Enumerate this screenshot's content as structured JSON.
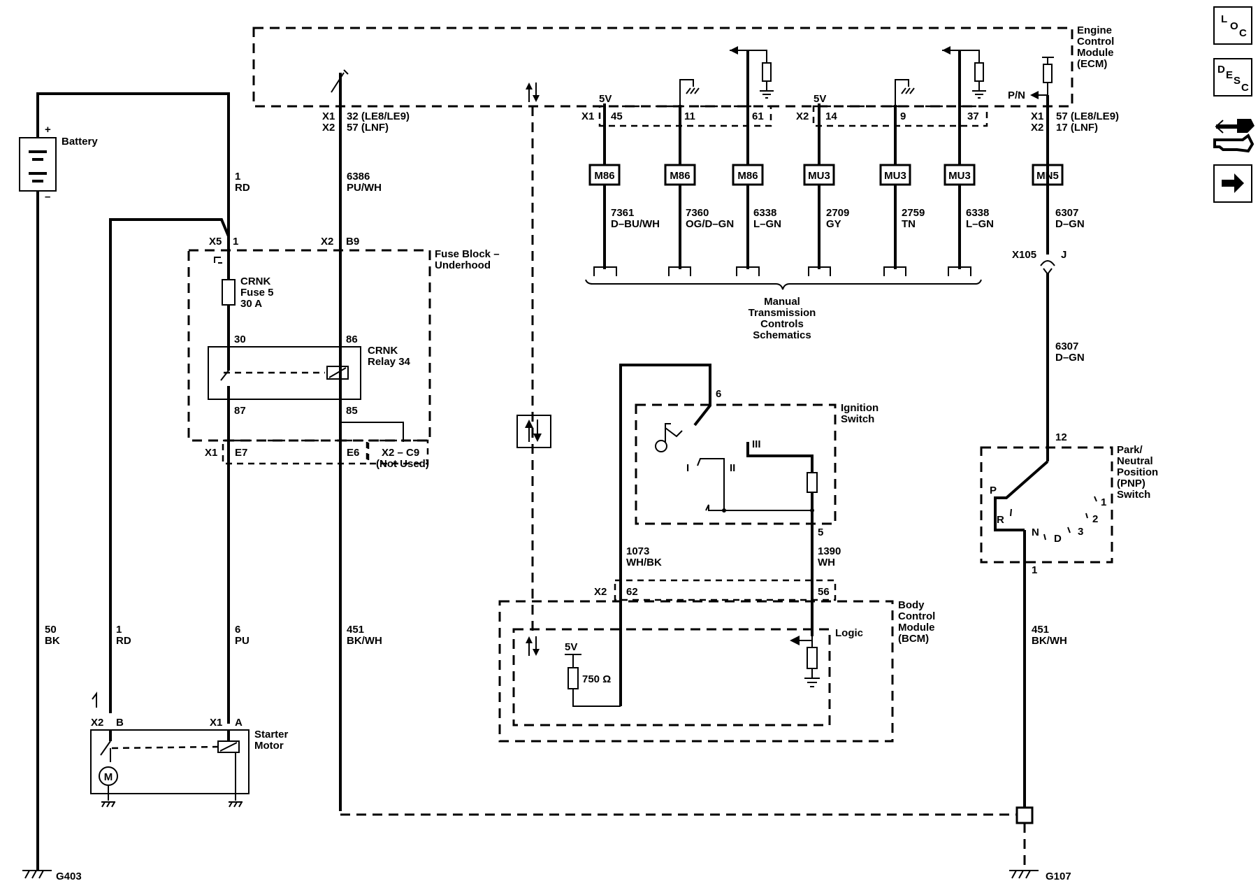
{
  "modules": {
    "ecm": [
      "Engine",
      "Control",
      "Module",
      "(ECM)"
    ],
    "fuse_block": [
      "Fuse Block –",
      "Underhood"
    ],
    "ignition_switch": [
      "Ignition",
      "Switch"
    ],
    "bcm": [
      "Body",
      "Control",
      "Module",
      "(BCM)"
    ],
    "bcm_logic": "Logic",
    "pnp_switch": [
      "Park/",
      "Neutral",
      "Position",
      "(PNP)",
      "Switch"
    ],
    "starter_motor": [
      "Starter",
      "Motor"
    ],
    "battery": "Battery",
    "manual_trans": [
      "Manual",
      "Transmission",
      "Controls",
      "Schematics"
    ]
  },
  "components": {
    "fuse": [
      "CRNK",
      "Fuse 5",
      "30 A"
    ],
    "relay": [
      "CRNK",
      "Relay 34"
    ],
    "resistor_750": "750 Ω",
    "motor_symbol": "M",
    "battery_plus": "+",
    "battery_minus": "–"
  },
  "ecm_pins": {
    "x1": "X1",
    "x2": "X2",
    "crank_pin_a": "32 (LE8/LE9)",
    "crank_pin_b": "57 (LNF)",
    "pnp_pin_a": "57 (LE8/LE9)",
    "pnp_pin_b": "17 (LNF)",
    "pn_label": "P/N",
    "five_v_a": "5V",
    "five_v_b": "5V",
    "p45": "45",
    "p11": "11",
    "p61": "61",
    "p14": "14",
    "p9": "9",
    "p37": "37"
  },
  "inline_connectors": [
    "M86",
    "M86",
    "M86",
    "MU3",
    "MU3",
    "MU3",
    "MN5"
  ],
  "wires": {
    "w7361": [
      "7361",
      "D–BU/WH"
    ],
    "w7360": [
      "7360",
      "OG/D–GN"
    ],
    "w6338a": [
      "6338",
      "L–GN"
    ],
    "w2709": [
      "2709",
      "GY"
    ],
    "w2759": [
      "2759",
      "TN"
    ],
    "w6338b": [
      "6338",
      "L–GN"
    ],
    "w6307a": [
      "6307",
      "D–GN"
    ],
    "w6307b": [
      "6307",
      "D–GN"
    ],
    "w6386": [
      "6386",
      "PU/WH"
    ],
    "w1rd_top": [
      "1",
      "RD"
    ],
    "w50bk": [
      "50",
      "BK"
    ],
    "w1rd_mid": [
      "1",
      "RD"
    ],
    "w6pu": [
      "6",
      "PU"
    ],
    "w451a": [
      "451",
      "BK/WH"
    ],
    "w451b": [
      "451",
      "BK/WH"
    ],
    "w1073": [
      "1073",
      "WH/BK"
    ],
    "w1390": [
      "1390",
      "WH"
    ]
  },
  "fuse_block_pins": {
    "x5": "X5",
    "x5_pin": "1",
    "x2": "X2",
    "x2_pin": "B9",
    "p30": "30",
    "p86": "86",
    "p87": "87",
    "p85": "85",
    "x1": "X1",
    "e7": "E7",
    "e6": "E6",
    "x2_c9": "X2 – C9",
    "not_used": "(Not Used)"
  },
  "ignition_pins": {
    "p6": "6",
    "p5": "5",
    "pos1": "I",
    "pos2": "II",
    "pos3": "III"
  },
  "bcm_pins": {
    "x2": "X2",
    "p62": "62",
    "p56": "56",
    "five_v": "5V"
  },
  "pnp_pins": {
    "x105": "X105",
    "j": "J",
    "p12": "12",
    "p1": "1",
    "P": "P",
    "R": "R",
    "N": "N",
    "D": "D",
    "g1": "1",
    "g2": "2",
    "g3": "3"
  },
  "starter_pins": {
    "x2": "X2",
    "b": "B",
    "x1": "X1",
    "a": "A"
  },
  "grounds": {
    "g403": "G403",
    "g107": "G107"
  },
  "nav_icons": [
    {
      "name": "location",
      "letters": [
        "L",
        "O",
        "C"
      ]
    },
    {
      "name": "description",
      "letters": [
        "D",
        "E",
        "S",
        "C"
      ]
    }
  ],
  "icon_names": [
    "location-icon",
    "description-icon",
    "connector-tool-icon",
    "next-arrow-icon"
  ]
}
